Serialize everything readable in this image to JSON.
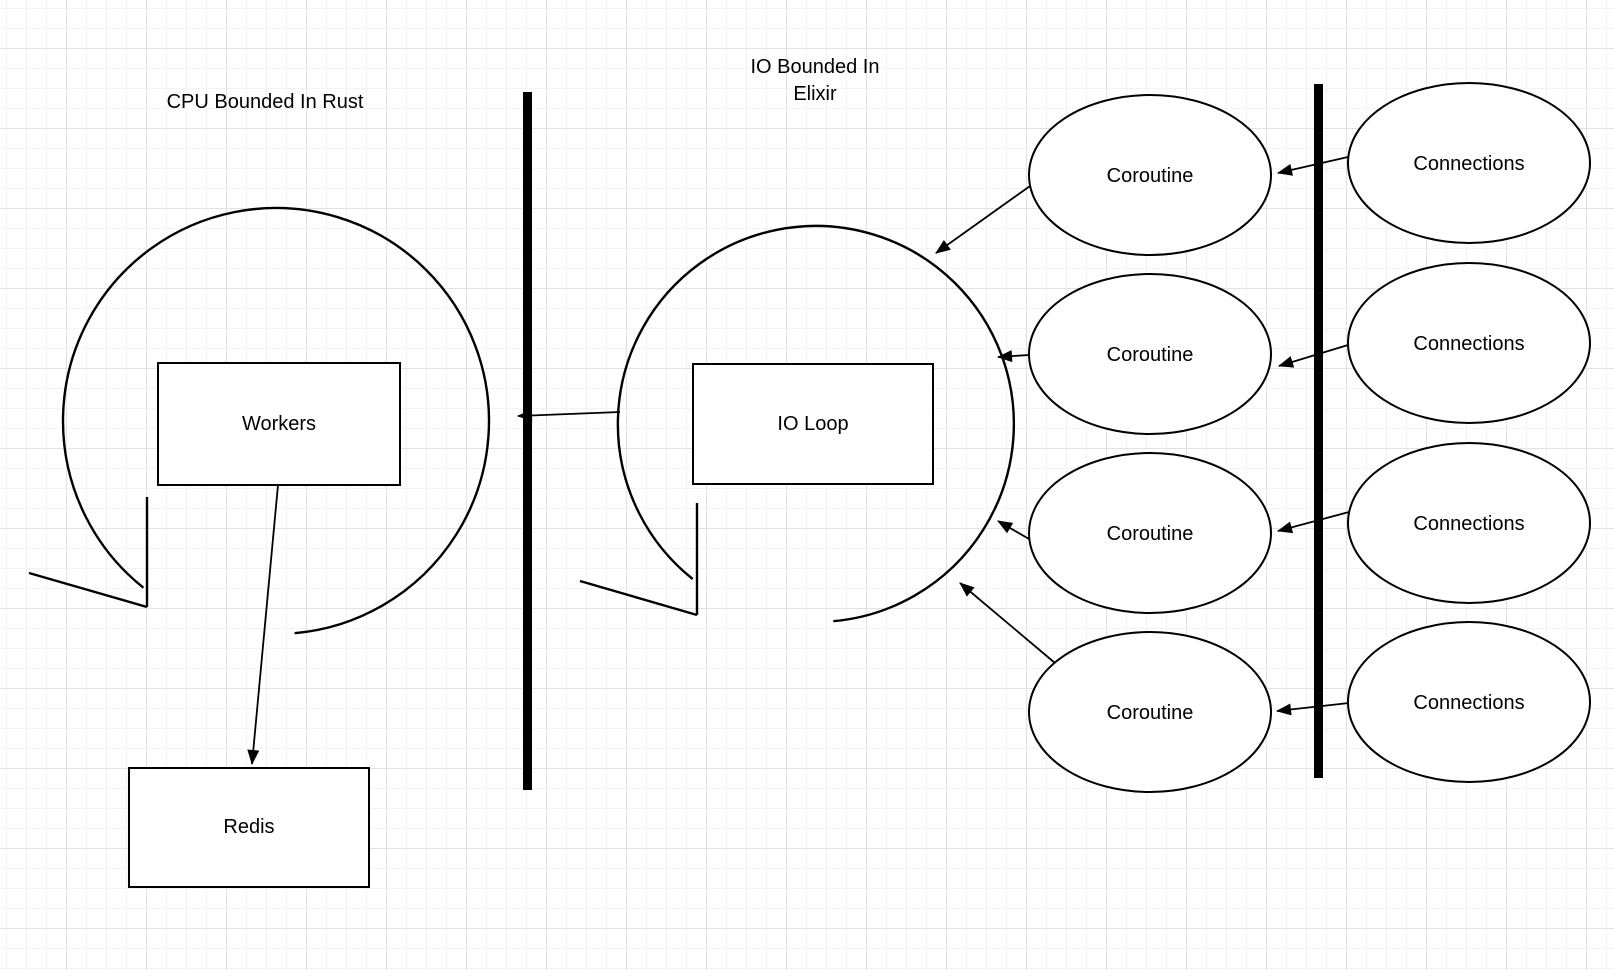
{
  "canvas": {
    "background": "#ffffff",
    "grid_minor_color": "#f3f3f5",
    "grid_major_color": "#e2e2e5",
    "stroke_color": "#000000",
    "text_color": "#000000"
  },
  "left_section": {
    "title": "CPU Bounded In Rust",
    "loop_node": "Workers",
    "datastore_node": "Redis"
  },
  "right_section": {
    "title_line1": "IO Bounded In",
    "title_line2": "Elixir",
    "loop_node": "IO Loop",
    "coroutines": [
      {
        "label": "Coroutine"
      },
      {
        "label": "Coroutine"
      },
      {
        "label": "Coroutine"
      },
      {
        "label": "Coroutine"
      }
    ],
    "connections": [
      {
        "label": "Connections"
      },
      {
        "label": "Connections"
      },
      {
        "label": "Connections"
      },
      {
        "label": "Connections"
      }
    ]
  }
}
